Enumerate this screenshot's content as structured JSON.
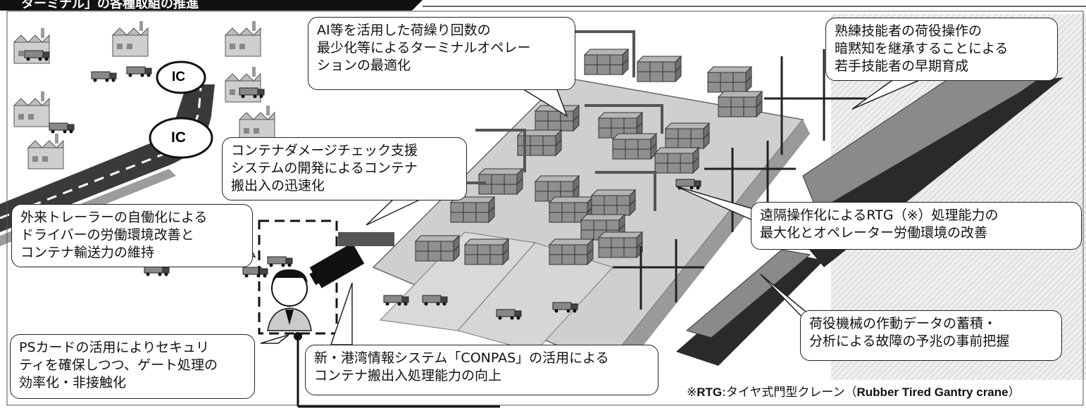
{
  "header": {
    "title": "ターミナル」の各種取組の推進"
  },
  "road": {
    "ic_labels": [
      "IC",
      "IC"
    ]
  },
  "callouts": [
    {
      "lines": [
        "AI等を活用した荷繰り回数の",
        "最少化等によるターミナルオペレー",
        "ションの最適化"
      ]
    },
    {
      "lines": [
        "熟練技能者の荷役操作の",
        "暗黙知を継承することによる",
        "若手技能者の早期育成"
      ]
    },
    {
      "lines": [
        "コンテナダメージチェック支援",
        "システムの開発によるコンテナ",
        "搬出入の迅速化"
      ]
    },
    {
      "lines": [
        "外来トレーラーの自働化による",
        "ドライバーの労働環境改善と",
        "コンテナ輸送力の維持"
      ]
    },
    {
      "lines": [
        "遠隔操作化によるRTG（※）処理能力の",
        "最大化とオペレーター労働環境の改善"
      ]
    },
    {
      "lines": [
        "荷役機械の作動データの蓄積・",
        "分析による故障の予兆の事前把握"
      ]
    },
    {
      "lines": [
        "PSカードの活用によりセキュリ",
        "ティを確保しつつ、ゲート処理の",
        "効率化・非接触化"
      ]
    },
    {
      "lines": [
        "新・港湾情報システム「CONPAS」の活用による",
        "コンテナ搬出入処理能力の向上"
      ]
    }
  ],
  "footnote": {
    "prefix": "※",
    "term": "RTG",
    "sep": ":タイヤ式門型クレーン（",
    "english": "Rubber Tired Gantry crane",
    "suffix": "）"
  },
  "colors": {
    "ink": "#111111",
    "yard": "#d6d6d6",
    "container": "#8a8a8a",
    "road": "#3a3a3a",
    "sea": "#e6e6e6"
  }
}
